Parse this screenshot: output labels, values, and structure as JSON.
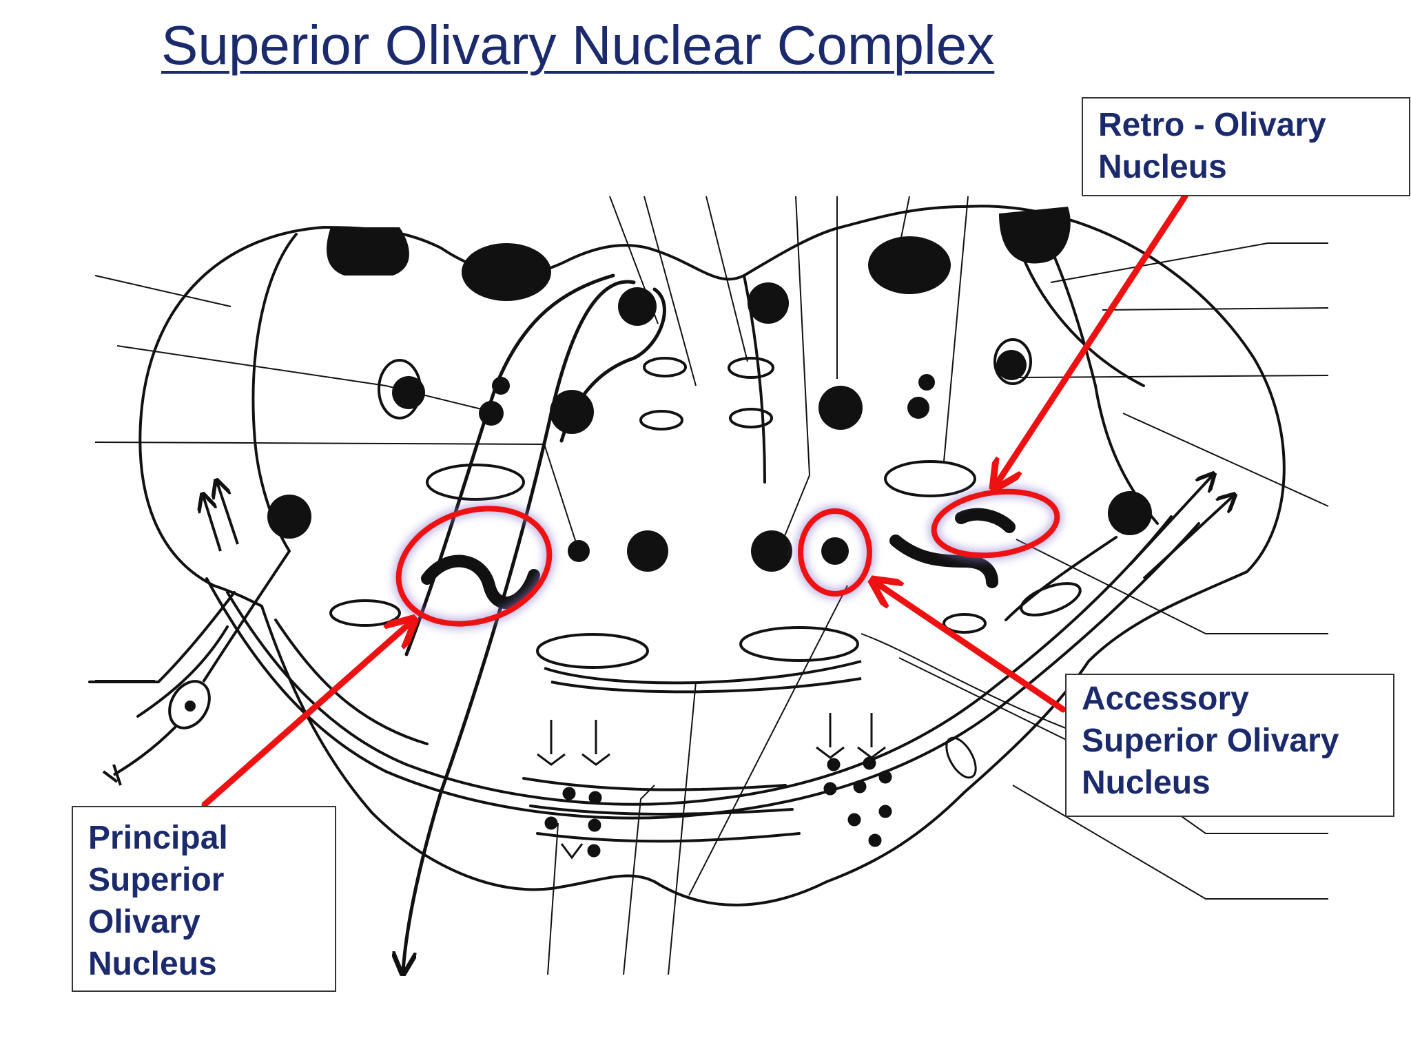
{
  "title": "Superior Olivary Nuclear Complex",
  "labels": {
    "retro": [
      "Retro - Olivary",
      "Nucleus"
    ],
    "accessory": [
      "Accessory",
      "Superior Olivary",
      "Nucleus"
    ],
    "principal": [
      "Principal",
      "Superior",
      "Olivary",
      "Nucleus"
    ]
  },
  "colors": {
    "title": "#1a2a6c",
    "label_text": "#1a2a6c",
    "highlight": "#ee1111",
    "drawing": "#111111"
  },
  "icons": [
    "arrow-icon",
    "highlight-ellipse",
    "brainstem-section-drawing"
  ]
}
